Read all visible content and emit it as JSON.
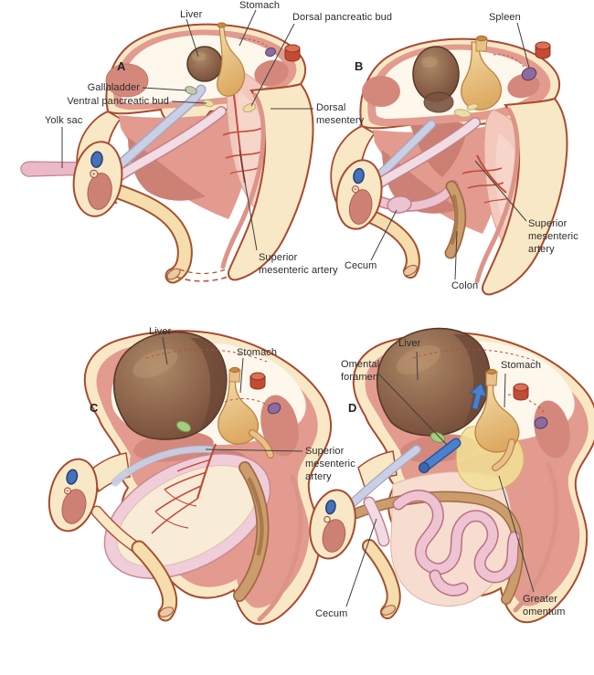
{
  "figure": {
    "description_visible_text_only": true,
    "panels": {
      "a": {
        "letter": "A",
        "labels": {
          "liver": "Liver",
          "stomach": "Stomach",
          "dorsal_pancreatic_bud": "Dorsal pancreatic bud",
          "gallbladder": "Gallbladder",
          "ventral_pancreatic_bud": "Ventral pancreatic bud",
          "yolk_sac": "Yolk sac",
          "superior_mesenteric_artery": "Superior\nmesenteric artery"
        }
      },
      "b": {
        "letter": "B",
        "labels": {
          "spleen": "Spleen",
          "dorsal_mesentery": "Dorsal\nmesentery",
          "superior_mesenteric_artery": "Superior\nmesenteric\nartery",
          "cecum": "Cecum",
          "colon": "Colon"
        }
      },
      "c": {
        "letter": "C",
        "labels": {
          "liver": "Liver",
          "stomach": "Stomach",
          "superior_mesenteric_artery": "Superior\nmesenteric\nartery"
        }
      },
      "d": {
        "letter": "D",
        "labels": {
          "liver": "Liver",
          "omental_foramen": "Omental\nforamen",
          "stomach": "Stomach",
          "cecum": "Cecum",
          "greater_omentum": "Greater\nomentum"
        }
      }
    },
    "palette": {
      "body_wall_cream": "#f9e8c6",
      "body_wall_outline": "#a84a30",
      "inner_wall_salmon": "#e29b8e",
      "dark_salmon_mass": "#cd8175",
      "cavity_white": "#fdf7ec",
      "mesentery_pink": "#f2c9bc",
      "hernia_sac_rim_pink": "#efcdd9",
      "intestine_pink": "#ecc3cf",
      "colon_tan": "#cb9d6c",
      "liver_brown": "#8d644b",
      "stomach_tan": "#ddaa63",
      "spleen_purple": "#8d6b9c",
      "artery_red": "#c24c3a",
      "aorta_red": "#c44b33",
      "vein_blue": "#4472b8",
      "duct_lavender": "#cacfe3",
      "gallbladder_green": "#a9cb7f",
      "pancreatic_bud_yellow": "#eedca6",
      "omentum_yellow": "#f3e098",
      "yolk_sac_pink": "#ecb9c6",
      "leader_line": "#3f3f3f",
      "label_text": "#2b2b2b"
    }
  }
}
